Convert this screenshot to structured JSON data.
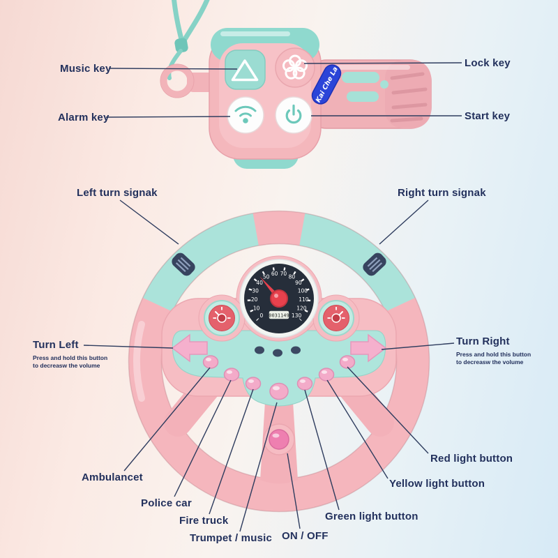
{
  "key_fob": {
    "brand": "Kai Che La",
    "labels": {
      "music": "Music key",
      "alarm": "Alarm key",
      "lock": "Lock key",
      "start": "Start key"
    }
  },
  "wheel": {
    "labels": {
      "left_signal": "Left turn signak",
      "right_signal": "Right turn signak",
      "turn_left": "Turn Left",
      "turn_right": "Turn Right",
      "hold_note_line1": "Press and hold this button",
      "hold_note_line2": "to decreasw the volume",
      "red": "Red light button",
      "yellow": "Yellow light button",
      "green": "Green light button",
      "ambulance": "Ambulancet",
      "police": "Police car",
      "fire": "Fire truck",
      "trumpet": "Trumpet / music",
      "onoff": "ON / OFF"
    },
    "speedometer": {
      "ticks": [
        "0",
        "10",
        "20",
        "30",
        "40",
        "50",
        "60",
        "70",
        "80",
        "90",
        "100",
        "110",
        "120",
        "130"
      ],
      "odometer": "0031149"
    }
  },
  "colors": {
    "pink": "#f5b6bd",
    "mint": "#abe3da",
    "label_ink": "#22305c",
    "brand_blue": "#2b44d8",
    "needle_red": "#e8414d",
    "button_pink": "#f3abc9"
  }
}
